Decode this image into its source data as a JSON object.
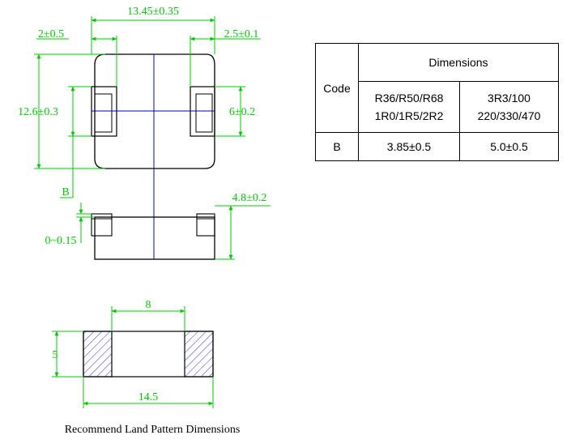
{
  "drawing": {
    "top_view": {
      "width_dim": "13.45±0.35",
      "left_term_dim": "2±0.5",
      "right_term_dim": "2.5±0.1",
      "height_dim": "12.6±0.3",
      "term_height_dim": "6±0.2",
      "b_label": "B"
    },
    "side_view": {
      "standoff_dim": "0~0.15",
      "thickness_dim": "4.8±0.2"
    },
    "land_pattern": {
      "gap_dim": "8",
      "height_dim": "5",
      "width_dim": "14.5",
      "caption": "Recommend Land Pattern Dimensions"
    }
  },
  "dim_table": {
    "header": "Dimensions",
    "code_header": "Code",
    "group_a": [
      "R36/R50/R68",
      "1R0/1R5/2R2"
    ],
    "group_b": [
      "3R3/100",
      "220/330/470"
    ],
    "row_label": "B",
    "value_a": "3.85±0.5",
    "value_b": "5.0±0.5"
  },
  "colors": {
    "dimension": "#00cc00",
    "outline": "#000000",
    "centerline": "#0000cc"
  }
}
